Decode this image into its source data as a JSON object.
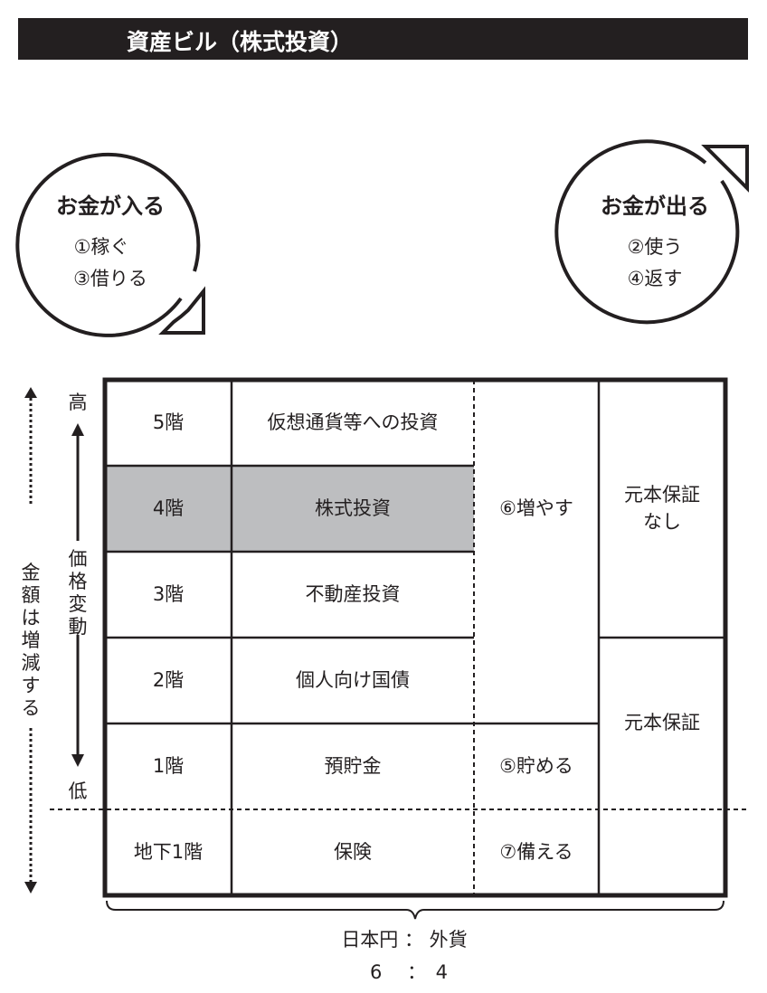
{
  "title": "資産ビル（株式投資）",
  "money_in": {
    "heading": "お金が入る",
    "items": [
      "①稼ぐ",
      "③借りる"
    ]
  },
  "money_out": {
    "heading": "お金が出る",
    "items": [
      "②使う",
      "④返す"
    ]
  },
  "axis": {
    "outer_label": [
      "金",
      "額",
      "は",
      "増",
      "減",
      "す",
      "る"
    ],
    "price_label": [
      "価",
      "格",
      "変",
      "動"
    ],
    "high": "高",
    "low": "低"
  },
  "floors": [
    {
      "floor": "5階",
      "asset": "仮想通貨等への投資"
    },
    {
      "floor": "4階",
      "asset": "株式投資",
      "highlighted": true
    },
    {
      "floor": "3階",
      "asset": "不動産投資"
    },
    {
      "floor": "2階",
      "asset": "個人向け国債"
    },
    {
      "floor": "1階",
      "asset": "預貯金"
    },
    {
      "floor": "地下1階",
      "asset": "保険"
    }
  ],
  "purpose": {
    "grow": "⑥増やす",
    "save": "⑤貯める",
    "prepare": "⑦備える"
  },
  "guarantee": {
    "none_line1": "元本保証",
    "none_line2": "なし",
    "yes": "元本保証"
  },
  "currency": {
    "label": "日本円 ： 外貨",
    "ratio": "6　 ：　4"
  },
  "colors": {
    "highlight": "#bdbec0",
    "ink": "#231f20"
  }
}
